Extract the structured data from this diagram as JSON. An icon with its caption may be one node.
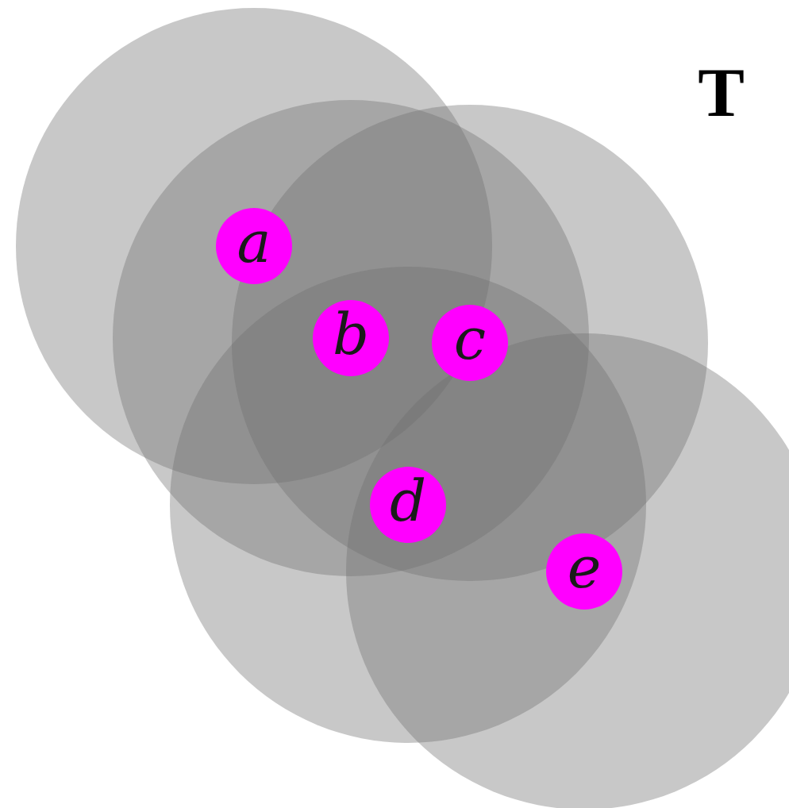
{
  "diagram": {
    "title": "T",
    "nodes": [
      {
        "text": [
          "a"
        ]
      },
      {
        "text": [
          "b"
        ]
      },
      {
        "text": [
          "c"
        ]
      },
      {
        "text": [
          "d"
        ]
      },
      {
        "text": [
          "e"
        ]
      }
    ]
  }
}
